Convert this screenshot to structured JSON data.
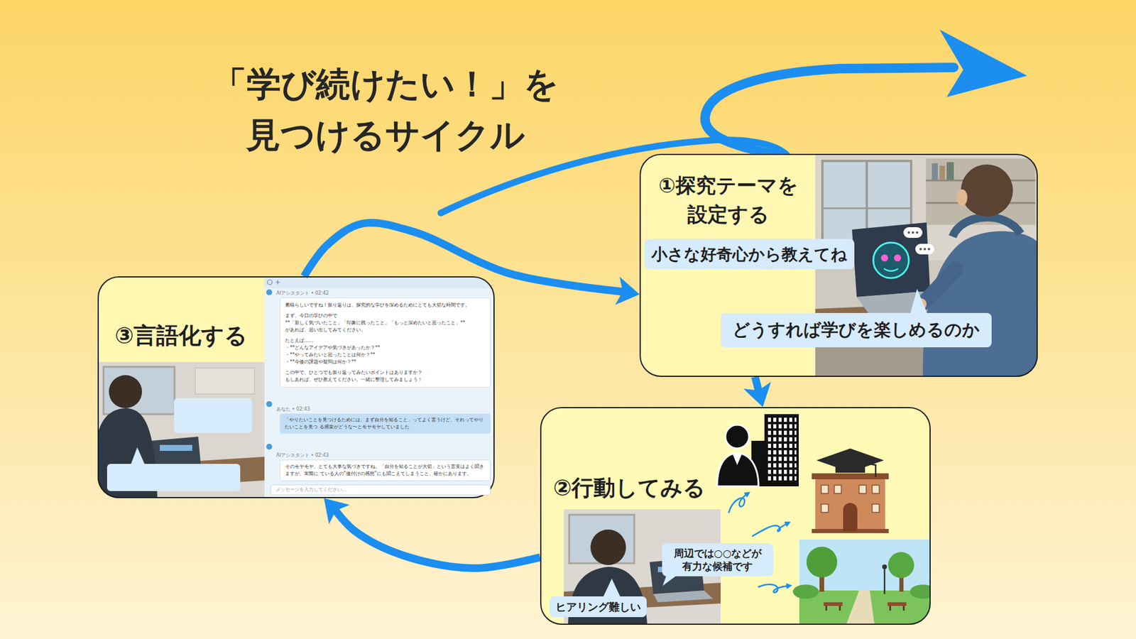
{
  "diagram": {
    "title": "「学び続けたい！」を 見つけるサイクル",
    "nodes": [
      {
        "text": [
          "①探究テーマを 設定する"
        ]
      },
      {
        "text": [
          "小さな好奇心から教えてね"
        ],
        "in": 0
      },
      {
        "text": [
          "どうすれば学びを楽しめるのか"
        ],
        "in": 0
      },
      {
        "text": [
          "②行動してみる"
        ]
      },
      {
        "text": [
          "周辺では○○などが 有力な候補です"
        ],
        "in": 3
      },
      {
        "text": [
          "ヒアリング難しい"
        ],
        "in": 3
      },
      {
        "text": [
          "③言語化する"
        ]
      },
      {
        "text": [
          "素晴らしいですね！振り返りは、探究的な学びを深めるためにとても大切な時間です。",
          "まず、今日の学びの中で",
          "**「新しく気づいたこと」「印象に残ったこと」「もっと深めたいと思ったこと」**",
          "があれば、思い出してみてください。",
          "たとえば……",
          "・**どんなアイデアや気づきがあったか？**",
          "・**やってみたいと思ったことは何か？**",
          "・**今後の課題や疑問は何か？**",
          "この中で、ひとつでも振り返ってみたいポイントはありますか？",
          "もしあれば、ぜひ教えてください。一緒に整理してみましょう！"
        ],
        "in": 6
      },
      {
        "text": [
          "「やりたいことを見つけるためには、まず自分を知ること」ってよく言うけど、それってやりたいことを見つ る感覚がどうな〜とモヤモヤしていました"
        ],
        "in": 6
      },
      {
        "text": [
          "そのモヤモヤ、とても大事な気づきですね。「自分を知ることが大切」という言葉はよく聞きますが、実際に ている人の“後付けの感想”にも聞こえてしまうこと、確かにあります。"
        ],
        "in": 6
      },
      {
        "text": [
          "メッセージを入力してください..."
        ],
        "in": 6
      }
    ],
    "edges": [
      {
        "from": 0,
        "to": 3,
        "arrow": "to"
      },
      {
        "from": 3,
        "to": 6,
        "arrow": "to"
      },
      {
        "from": 6,
        "to": 0,
        "arrow": "to"
      }
    ],
    "labels": [
      "AIアシスタント • 02:42",
      "あなた • 02:43",
      "AIアシスタント • 02:43"
    ]
  }
}
